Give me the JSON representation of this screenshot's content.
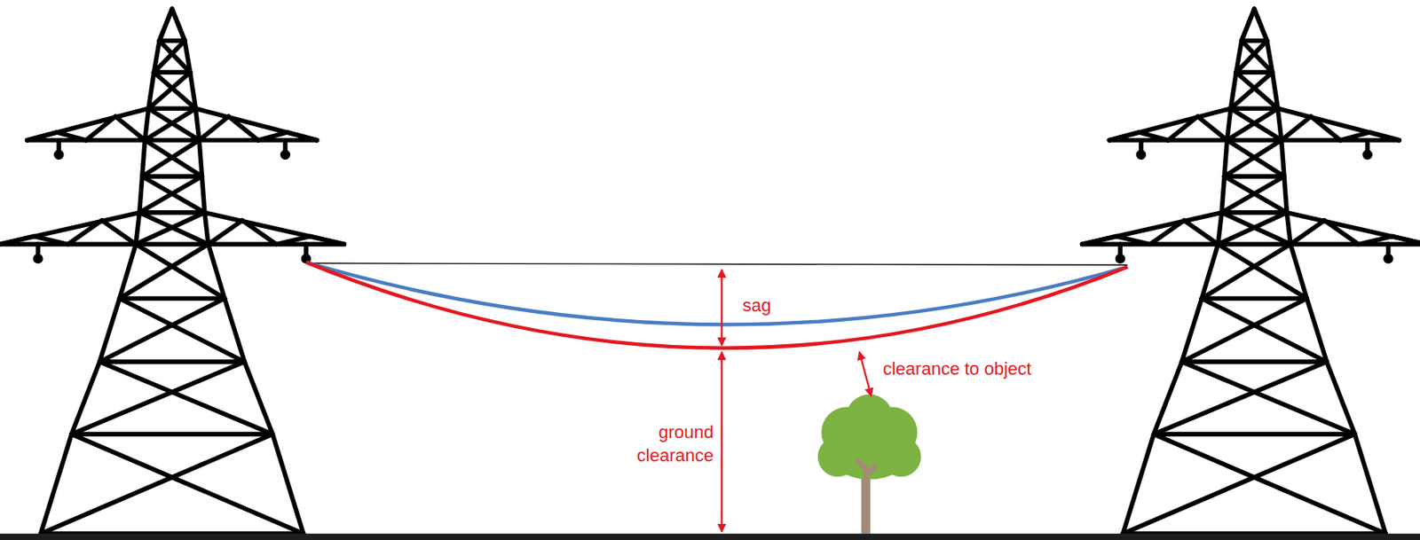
{
  "diagram": {
    "labels": [
      "sag",
      "clearance to object",
      "ground clearance"
    ]
  }
}
